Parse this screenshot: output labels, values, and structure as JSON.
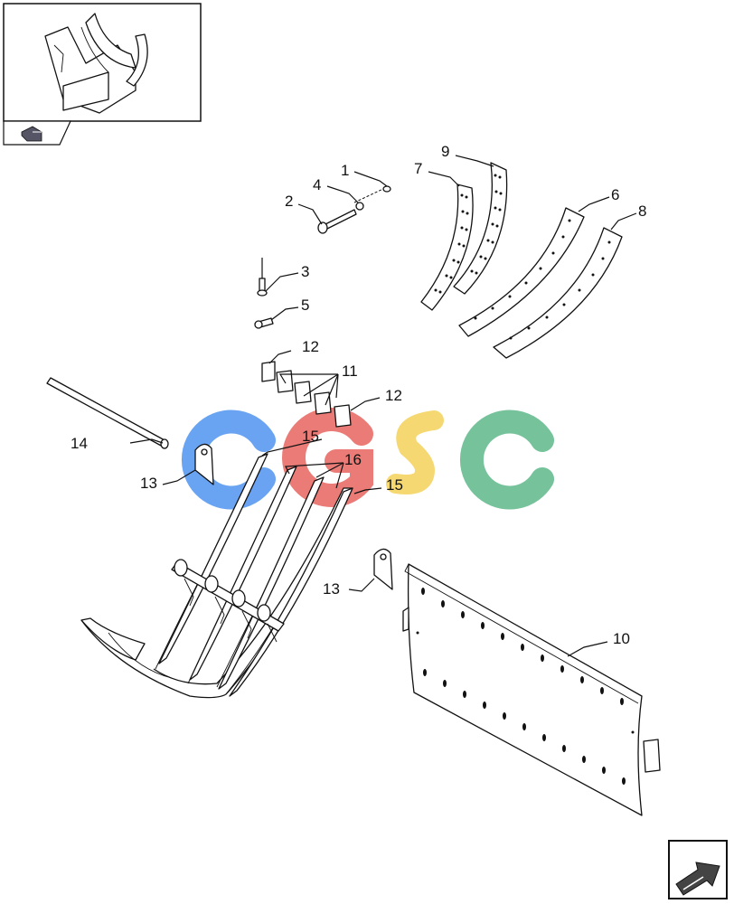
{
  "diagram": {
    "callouts": [
      {
        "id": "c1",
        "text": "1"
      },
      {
        "id": "c2",
        "text": "2"
      },
      {
        "id": "c3",
        "text": "3"
      },
      {
        "id": "c4",
        "text": "4"
      },
      {
        "id": "c5",
        "text": "5"
      },
      {
        "id": "c6",
        "text": "6"
      },
      {
        "id": "c7",
        "text": "7"
      },
      {
        "id": "c8",
        "text": "8"
      },
      {
        "id": "c9",
        "text": "9"
      },
      {
        "id": "c10",
        "text": "10"
      },
      {
        "id": "c11",
        "text": "11"
      },
      {
        "id": "c12a",
        "text": "12"
      },
      {
        "id": "c12b",
        "text": "12"
      },
      {
        "id": "c13a",
        "text": "13"
      },
      {
        "id": "c13b",
        "text": "13"
      },
      {
        "id": "c14",
        "text": "14"
      },
      {
        "id": "c15a",
        "text": "15"
      },
      {
        "id": "c15b",
        "text": "15"
      },
      {
        "id": "c16",
        "text": "16"
      }
    ],
    "watermark": {
      "text": "CGSC",
      "colors": [
        "#4f94f0",
        "#e8645f",
        "#f5d25a",
        "#5fb88a"
      ]
    },
    "nav_buttons": {
      "thumbnail_icon": "hand-pointer-icon",
      "next_icon": "arrow-next-icon"
    }
  }
}
